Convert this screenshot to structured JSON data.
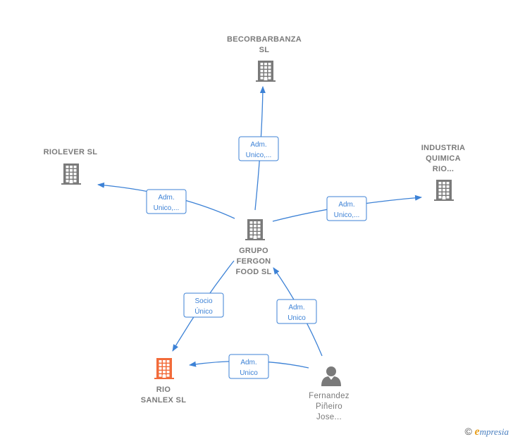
{
  "colors": {
    "edge": "#3d82d6",
    "company": "#7a7a7a",
    "highlight": "#f26b3a",
    "person": "#7a7a7a"
  },
  "nodes": [
    {
      "id": "becorbarbanza",
      "kind": "company",
      "icon": "building-icon",
      "lines": [
        "BECORBARBANZA",
        "SL"
      ]
    },
    {
      "id": "riolever",
      "kind": "company",
      "icon": "building-icon",
      "lines": [
        "RIOLEVER  SL"
      ]
    },
    {
      "id": "industria",
      "kind": "company",
      "icon": "building-icon",
      "lines": [
        "INDUSTRIA",
        "QUIMICA",
        "RIO..."
      ]
    },
    {
      "id": "grupo",
      "kind": "company",
      "icon": "building-icon",
      "lines": [
        "GRUPO",
        "FERGON",
        "FOOD  SL"
      ]
    },
    {
      "id": "rio_sanlex",
      "kind": "company-highlight",
      "icon": "building-icon",
      "lines": [
        "RIO",
        "SANLEX  SL"
      ]
    },
    {
      "id": "fernandez",
      "kind": "person",
      "icon": "person-icon",
      "lines": [
        "Fernandez",
        "Piñeiro",
        "Jose..."
      ]
    }
  ],
  "edges": [
    {
      "from": "grupo",
      "to": "becorbarbanza",
      "label": [
        "Adm.",
        "Unico,..."
      ]
    },
    {
      "from": "grupo",
      "to": "riolever",
      "label": [
        "Adm.",
        "Unico,..."
      ]
    },
    {
      "from": "grupo",
      "to": "industria",
      "label": [
        "Adm.",
        "Unico,..."
      ]
    },
    {
      "from": "grupo",
      "to": "rio_sanlex",
      "label": [
        "Socio",
        "Único"
      ]
    },
    {
      "from": "fernandez",
      "to": "grupo",
      "label": [
        "Adm.",
        "Unico"
      ]
    },
    {
      "from": "fernandez",
      "to": "rio_sanlex",
      "label": [
        "Adm.",
        "Unico"
      ]
    }
  ],
  "brand": {
    "copyright": "©",
    "initial": "e",
    "rest": "mpresia"
  }
}
